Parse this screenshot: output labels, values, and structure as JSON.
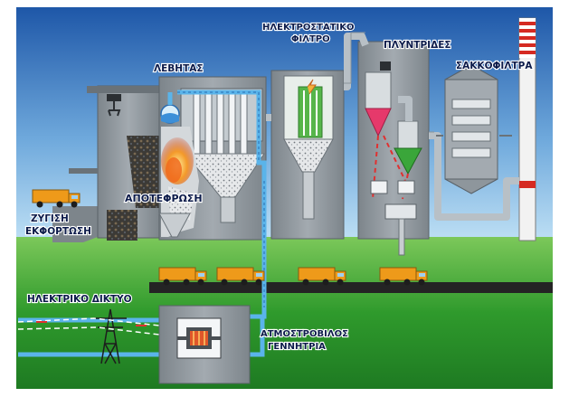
{
  "labels": {
    "boiler": "ΛΕΒΗΤΑΣ",
    "esp_line1": "ΗΛΕΚΤΡΟΣΤΑΤΙΚΟ",
    "esp_line2": "ΦΙΛΤΡΟ",
    "scrubbers": "ΠΛΥΝΤΡΙΔΕΣ",
    "bag_filter": "ΣΑΚΚΟΦΙΛΤΡΑ",
    "incineration": "ΑΠΟΤΕΦΡΩΣΗ",
    "weighing_line1": "ΖΥΓΙΣΗ",
    "weighing_line2": "ΕΚΦΟΡΤΩΣΗ",
    "grid": "ΗΛΕΚΤΡΙΚΟ ΔΙΚΤΥΟ",
    "turbine_line1": "ΑΤΜΟΣΤΡΟΒΙΛΟΣ",
    "turbine_line2": "ΓΕΝΝΗΤΡΙΑ"
  },
  "colors": {
    "sky_top": "#1e57a8",
    "sky_bottom": "#b9dcf4",
    "grass": "#2f9a2c",
    "building": "#8e969c",
    "water_pipe": "#5ab4ea",
    "truck_orange": "#ee9a1a",
    "fire": "#f06a1e",
    "scrubber_red": "#e6396b",
    "scrubber_green": "#3aa63a",
    "label_text": "#0c1b4a"
  }
}
